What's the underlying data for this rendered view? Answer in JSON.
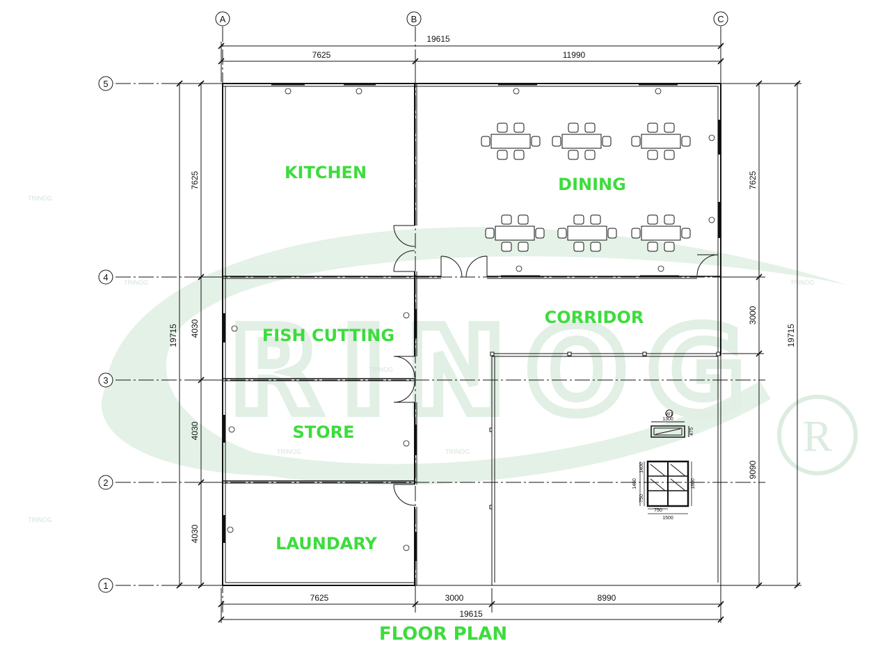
{
  "colors": {
    "room_label": "#3ddc3d",
    "line": "#111111",
    "watermark": "#d4ead9"
  },
  "title": "FLOOR PLAN",
  "grid": {
    "columns": [
      "A",
      "B",
      "C"
    ],
    "rows": [
      "5",
      "4",
      "3",
      "2",
      "1"
    ]
  },
  "dimensions": {
    "top_total": "19615",
    "top_left": "7625",
    "top_right": "11990",
    "bottom_left": "7625",
    "bottom_mid": "3000",
    "bottom_right": "8990",
    "bottom_total": "19615",
    "left_total": "19715",
    "left_1": "7625",
    "left_2": "4030",
    "left_3": "4030",
    "left_4": "4030",
    "right_total": "19715",
    "right_1": "7625",
    "right_2": "3000",
    "right_3": "9090"
  },
  "rooms": {
    "kitchen": "KITCHEN",
    "dining": "DINING",
    "corridor": "CORRIDOR",
    "fish_cutting": "FISH CUTTING",
    "store": "STORE",
    "laundary": "LAUNDARY"
  },
  "details": {
    "window_label": "W1",
    "window_width": "1300",
    "window_height": "475",
    "door_width": "1500",
    "door_leaf": "750",
    "door_height_a": "1800",
    "door_height_b": "1460",
    "door_height_c": "1400",
    "door_height_d": "750"
  },
  "watermark": {
    "brand": "RINOG",
    "brand_small": "TRINOG",
    "registered": "R"
  }
}
